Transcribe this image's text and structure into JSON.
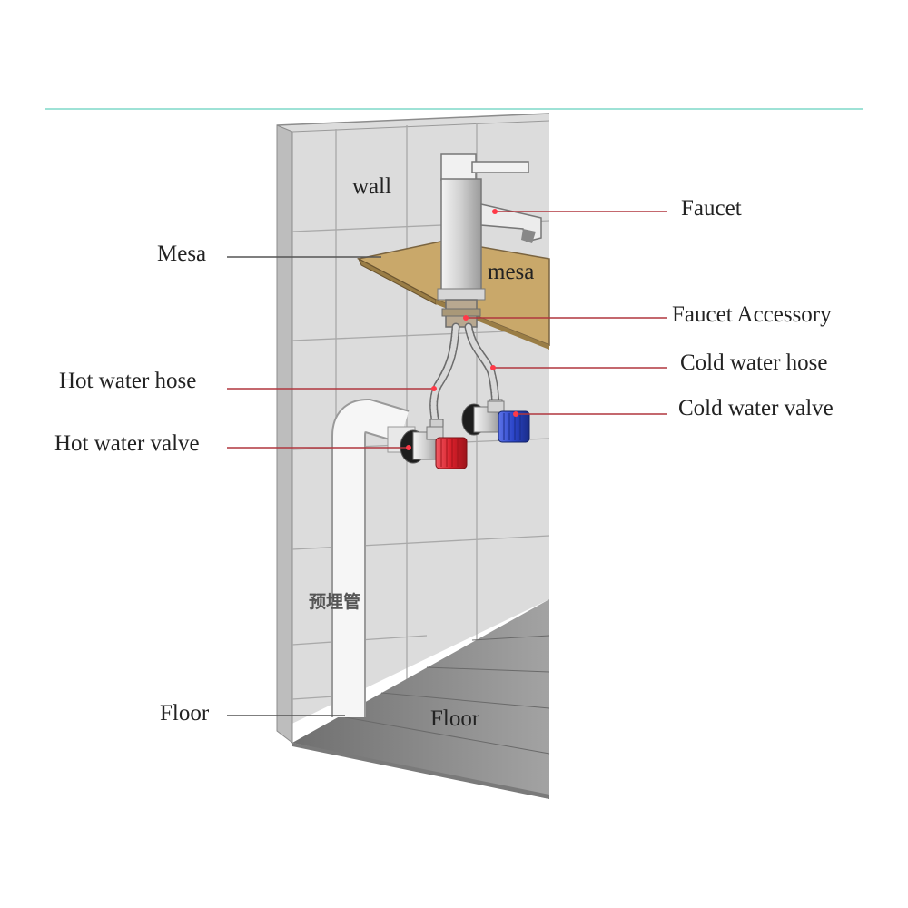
{
  "diagram": {
    "colors": {
      "wall": "#d9d9d9",
      "wall_edge": "#8c8c8c",
      "mesa": "#c9a86a",
      "floor": "#8e8e8e",
      "leader": "#b0373e",
      "hot": "#d81f2a",
      "cold": "#2a44c8",
      "teal_rule": "#7fd9c9"
    },
    "in_scene": {
      "wall": "wall",
      "mesa": "mesa",
      "floor": "Floor",
      "pipe": "预埋管"
    },
    "callouts": {
      "faucet": "Faucet",
      "mesa": "Mesa",
      "faucet_accessory": "Faucet Accessory",
      "cold_water_hose": "Cold water hose",
      "hot_water_hose": "Hot water hose",
      "cold_water_valve": "Cold water valve",
      "hot_water_valve": "Hot water valve",
      "floor": "Floor"
    },
    "icons": [
      "faucet-icon",
      "hot-valve-icon",
      "cold-valve-icon",
      "embedded-pipe-icon"
    ]
  }
}
